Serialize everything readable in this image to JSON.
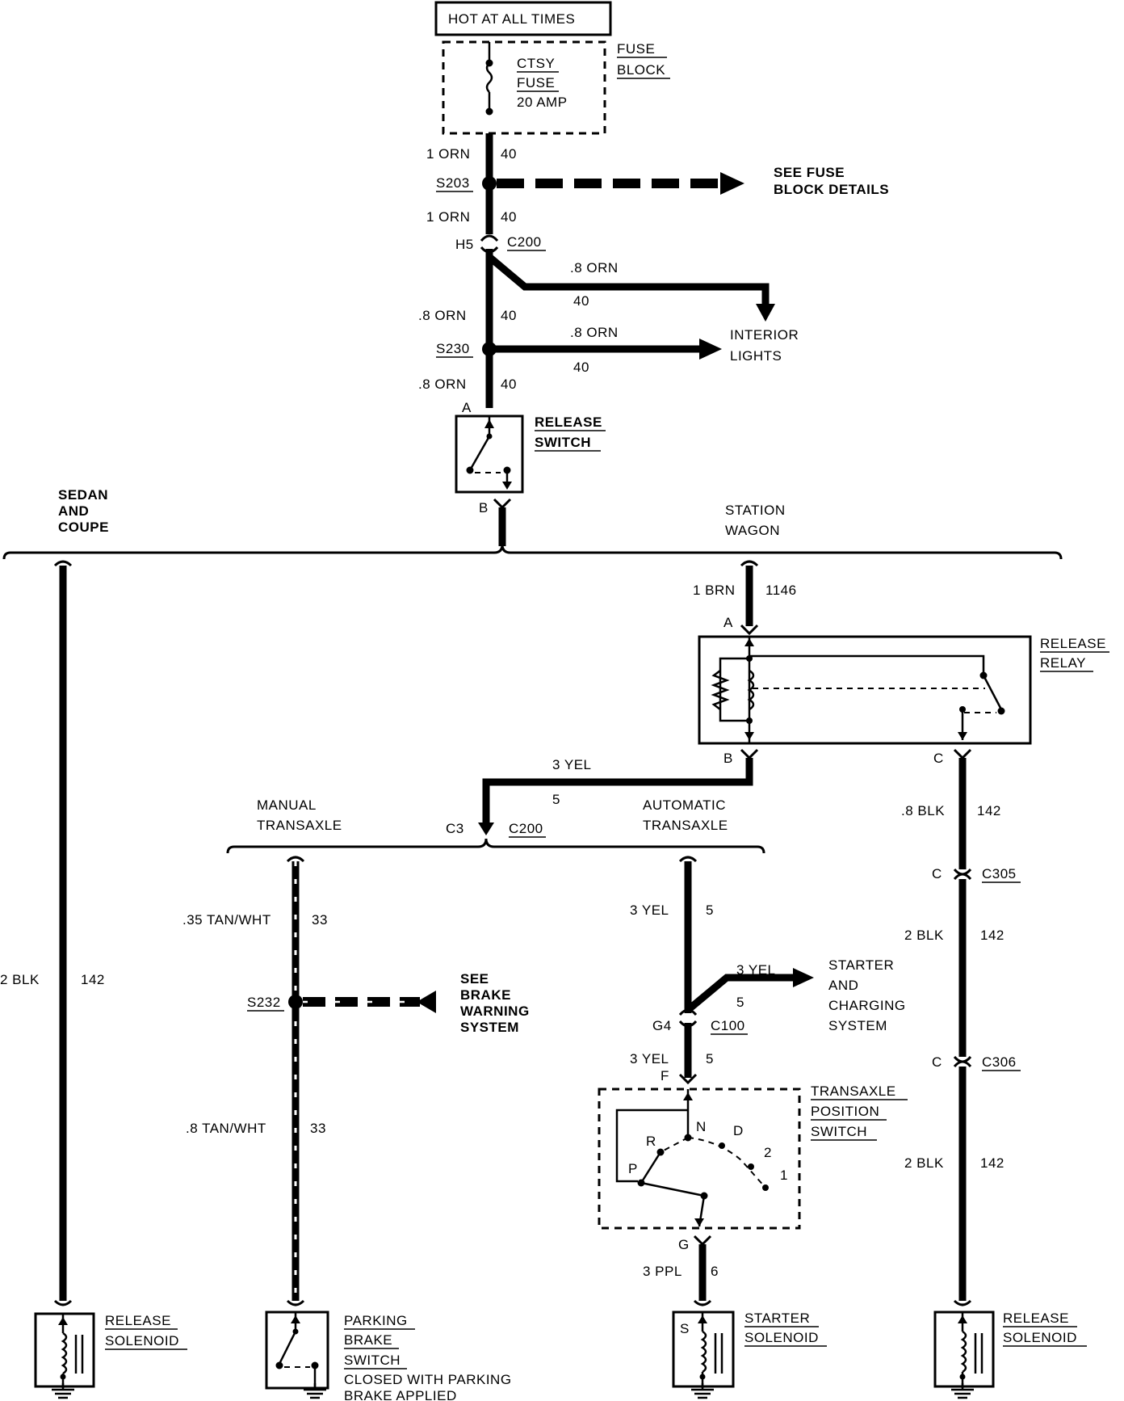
{
  "power": {
    "hot_label": "HOT AT ALL TIMES",
    "fuse_name_1": "CTSY",
    "fuse_name_2": "FUSE",
    "fuse_rating": "20 AMP",
    "fuse_block_1": "FUSE",
    "fuse_block_2": "BLOCK"
  },
  "splices": {
    "s203": "S203",
    "s230": "S230",
    "s232": "S232"
  },
  "connectors": {
    "h5": "H5",
    "c200": "C200",
    "c3": "C3",
    "c200b": "C200",
    "g4": "G4",
    "c100": "C100",
    "c305": "C305",
    "c306": "C306",
    "c305_pin": "C",
    "c306_pin": "C"
  },
  "wires": {
    "w1_gauge": "1 ORN",
    "w1_circuit": "40",
    "w2_gauge": "1 ORN",
    "w2_circuit": "40",
    "w3_gauge": ".8 ORN",
    "w3_circuit": "40",
    "w4_gauge": ".8 ORN",
    "w4_circuit": "40",
    "w5_gauge": ".8 ORN",
    "w5_circuit": "40",
    "w6_gauge": ".8 ORN",
    "w6_circuit": "40",
    "brn_gauge": "1 BRN",
    "brn_circuit": "1146",
    "yel1_gauge": "3 YEL",
    "yel1_circuit": "5",
    "yel2_gauge": "3 YEL",
    "yel2_circuit": "5",
    "yel3_gauge": "3 YEL",
    "yel3_circuit": "5",
    "yel4_gauge": "3 YEL",
    "yel4_circuit": "5",
    "ppl_gauge": "3 PPL",
    "ppl_circuit": "6",
    "tan1_gauge": ".35 TAN/WHT",
    "tan1_circuit": "33",
    "tan2_gauge": ".8 TAN/WHT",
    "tan2_circuit": "33",
    "blk_left_gauge": "2 BLK",
    "blk_left_circuit": "142",
    "blk1_gauge": ".8 BLK",
    "blk1_circuit": "142",
    "blk2_gauge": "2 BLK",
    "blk2_circuit": "142",
    "blk3_gauge": "2 BLK",
    "blk3_circuit": "142"
  },
  "refs": {
    "fuse_details_1": "SEE FUSE",
    "fuse_details_2": "BLOCK DETAILS",
    "interior_1": "INTERIOR",
    "interior_2": "LIGHTS",
    "brake_1": "SEE",
    "brake_2": "BRAKE",
    "brake_3": "WARNING",
    "brake_4": "SYSTEM",
    "starter_1": "STARTER",
    "starter_2": "AND",
    "starter_3": "CHARGING",
    "starter_4": "SYSTEM"
  },
  "variants": {
    "sedan_1": "SEDAN",
    "sedan_2": "AND",
    "sedan_3": "COUPE",
    "wagon_1": "STATION",
    "wagon_2": "WAGON",
    "manual_1": "MANUAL",
    "manual_2": "TRANSAXLE",
    "auto_1": "AUTOMATIC",
    "auto_2": "TRANSAXLE"
  },
  "components": {
    "release_switch_1": "RELEASE",
    "release_switch_2": "SWITCH",
    "release_switch_pin_a": "A",
    "release_switch_pin_b": "B",
    "relay_1": "RELEASE",
    "relay_2": "RELAY",
    "relay_pin_a": "A",
    "relay_pin_b": "B",
    "relay_pin_c": "C",
    "tps_1": "TRANSAXLE",
    "tps_2": "POSITION",
    "tps_3": "SWITCH",
    "tps_pin_f": "F",
    "tps_pin_g": "G",
    "tps_p": "P",
    "tps_r": "R",
    "tps_n": "N",
    "tps_d": "D",
    "tps_2pos": "2",
    "tps_1pos": "1",
    "sol_left_1": "RELEASE",
    "sol_left_2": "SOLENOID",
    "pbs_1": "PARKING",
    "pbs_2": "BRAKE",
    "pbs_3": "SWITCH",
    "pbs_4": "CLOSED WITH PARKING",
    "pbs_5": "BRAKE APPLIED",
    "starter_sol_1": "STARTER",
    "starter_sol_2": "SOLENOID",
    "starter_sol_s": "S",
    "sol_right_1": "RELEASE",
    "sol_right_2": "SOLENOID"
  }
}
